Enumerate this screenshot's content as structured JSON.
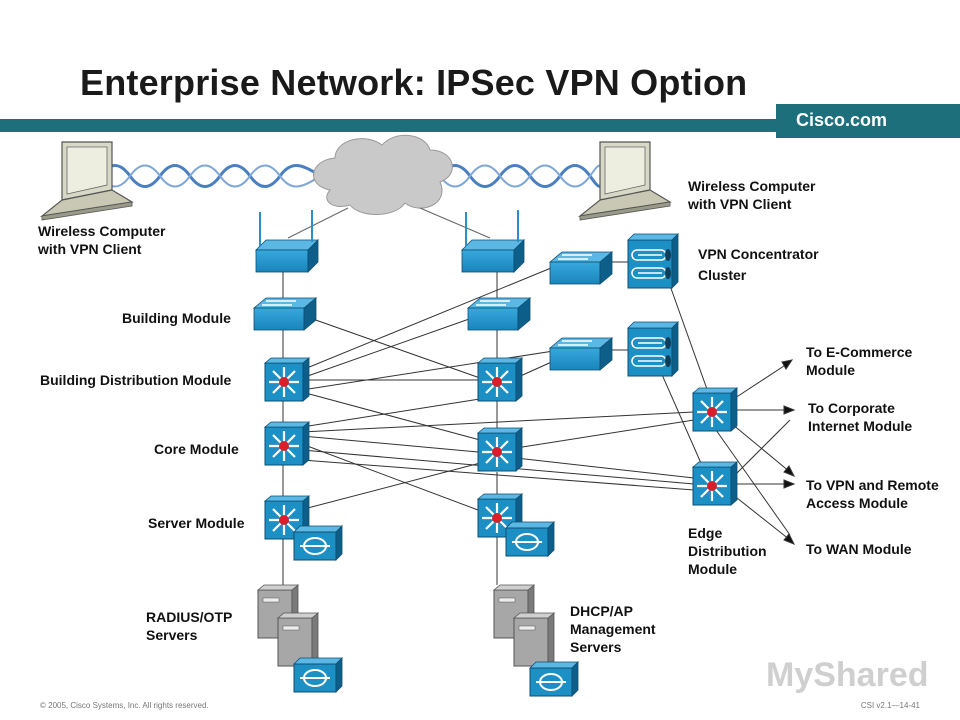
{
  "header": {
    "title": "Enterprise Network: IPSec VPN Option",
    "brand": "Cisco.com",
    "bar_color": "#1d6f7c"
  },
  "labels": {
    "wireless_left": "Wireless Computer\nwith VPN Client",
    "wireless_right": "Wireless Computer\nwith VPN Client",
    "vpn_concentrator": "VPN Concentrator\nCluster",
    "building_module": "Building Module",
    "building_distribution": "Building Distribution Module",
    "core_module": "Core Module",
    "server_module": "Server Module",
    "radius_servers": "RADIUS/OTP\nServers",
    "dhcp_servers": "DHCP/AP\nManagement\nServers",
    "edge_distribution": "Edge\nDistribution\nModule",
    "to_ecommerce": "To E-Commerce\nModule",
    "to_corporate": "To Corporate\nInternet Module",
    "to_vpn_remote": "To VPN and Remote\nAccess Module",
    "to_wan": "To WAN Module"
  },
  "footer": {
    "copyright": "© 2005, Cisco Systems, Inc. All rights reserved.",
    "course": "CSI v2.1—14-41"
  },
  "watermark": "MyShared",
  "colors": {
    "device_blue": "#1c8fc4",
    "device_dark": "#0d5f8a",
    "router_red": "#d81f2a",
    "cloud": "#c9c9c9",
    "wave_blue": "#4a7fc0",
    "server_gray": "#a7a7a7"
  }
}
